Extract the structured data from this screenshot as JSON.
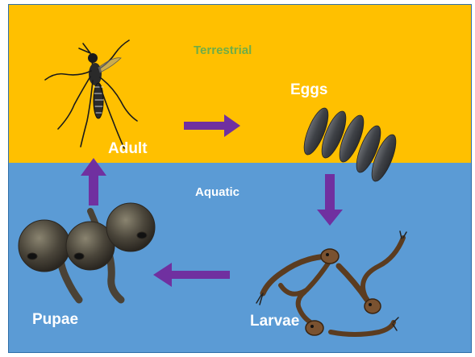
{
  "labels": {
    "terrestrial": "Terrestrial",
    "aquatic": "Aquatic",
    "adult": "Adult",
    "eggs": "Eggs",
    "larvae": "Larvae",
    "pupae": "Pupae"
  },
  "colors": {
    "terrestrial_bg": "#ffc000",
    "aquatic_bg": "#5b9bd5",
    "terrestrial_label": "#70ad47",
    "stage_label": "#ffffff",
    "arrow": "#7030a0",
    "egg": "#4a4d52",
    "larva": "#6b4a2a",
    "pupa": "#5a5448"
  },
  "icons": {
    "adult": "mosquito-adult-icon",
    "eggs": "mosquito-eggs-icon",
    "larvae": "mosquito-larvae-icon",
    "pupae": "mosquito-pupae-icon"
  }
}
